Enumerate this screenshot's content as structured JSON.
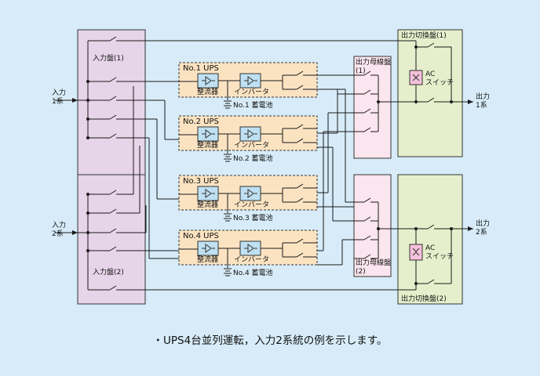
{
  "colors": {
    "background": "#d7ecf8",
    "input_panel": "#e6d4e8",
    "ups_panel": "#fbe3c2",
    "output_bus_panel": "#fbe5ee",
    "output_switch_panel": "#e6efcc",
    "converter_box": "#bfe0f2",
    "line": "#1a1a1a"
  },
  "input_panels": [
    {
      "label": "入力盤(1)",
      "feed": "入力\n1系"
    },
    {
      "label": "入力盤(2)",
      "feed": "入力\n2系"
    }
  ],
  "ups_units": [
    {
      "title": "No.1 UPS",
      "rectifier": "整流器",
      "inverter": "インバータ",
      "battery": "No.1 蓄電池"
    },
    {
      "title": "No.2 UPS",
      "rectifier": "整流器",
      "inverter": "インバータ",
      "battery": "No.2 蓄電池"
    },
    {
      "title": "No.3 UPS",
      "rectifier": "整流器",
      "inverter": "インバータ",
      "battery": "No.3 蓄電池"
    },
    {
      "title": "No.4 UPS",
      "rectifier": "整流器",
      "inverter": "インバータ",
      "battery": "No.4 蓄電池"
    }
  ],
  "output_bus_panels": [
    {
      "label": "出力母線盤\n(1)"
    },
    {
      "label": "出力母線盤\n(2)"
    }
  ],
  "output_switch_panels": [
    {
      "label": "出力切換盤(1)",
      "switch": "AC\nスイッチ",
      "feed": "出力\n1系"
    },
    {
      "label": "出力切換盤(2)",
      "switch": "AC\nスイッチ",
      "feed": "出力\n2系"
    }
  ],
  "caption": "・UPS4台並列運転，入力2系統の例を示します。"
}
